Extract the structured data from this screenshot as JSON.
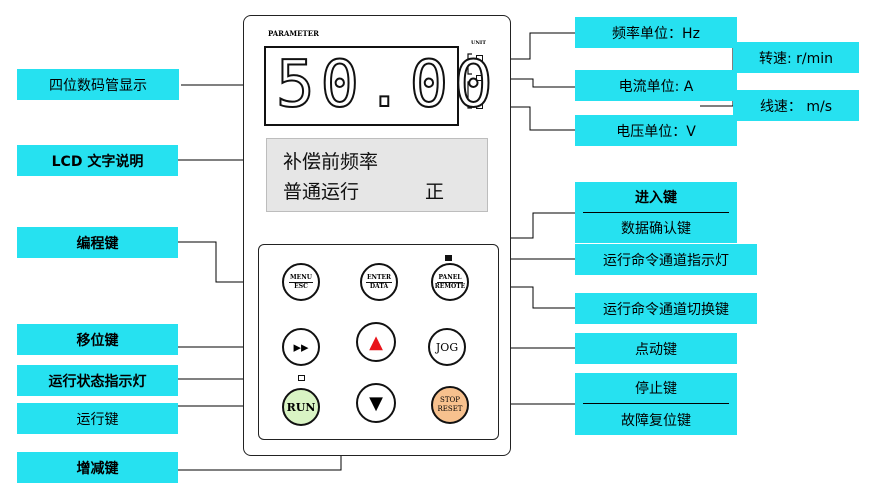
{
  "panel": {
    "parameter_label": "PARAMETER",
    "unit_label": "UNIT",
    "led_display": "50.00",
    "lcd_line1": "补偿前频率",
    "lcd_line2": "普通运行",
    "lcd_line2_right": "正"
  },
  "buttons": {
    "menu_top": "MENU",
    "menu_bottom": "ESC",
    "enter_top": "ENTER",
    "enter_bottom": "DATA",
    "panel_top": "PANEL",
    "panel_bottom": "REMOTE",
    "shift": "▸▸",
    "up": "▲",
    "jog": "JOG",
    "run": "RUN",
    "down": "▼",
    "stop_top": "STOP",
    "stop_bottom": "RESET"
  },
  "left_labels": {
    "led_display": "四位数码管显示",
    "lcd_text": "LCD 文字说明",
    "program_key": "编程键",
    "shift_key": "移位键",
    "run_status_light": "运行状态指示灯",
    "run_key": "运行键",
    "up_down_key": "增减键"
  },
  "right_labels": {
    "freq_unit": "频率单位：Hz",
    "speed": "转速: r/min",
    "current_unit": "电流单位: A",
    "line_speed": "线速： m/s",
    "voltage_unit": "电压单位：V",
    "enter_key": "进入键",
    "data_confirm_key": "数据确认键",
    "cmd_channel_light": "运行命令通道指示灯",
    "cmd_channel_switch": "运行命令通道切换键",
    "jog_key": "点动键",
    "stop_key": "停止键",
    "reset_key": "故障复位键"
  },
  "colors": {
    "label_bg": "#26e1f0",
    "run_button": "#d9f4c4",
    "stop_button": "#f7c18e",
    "up_arrow": "#e8141b",
    "lcd_bg": "#e6e6e6"
  }
}
